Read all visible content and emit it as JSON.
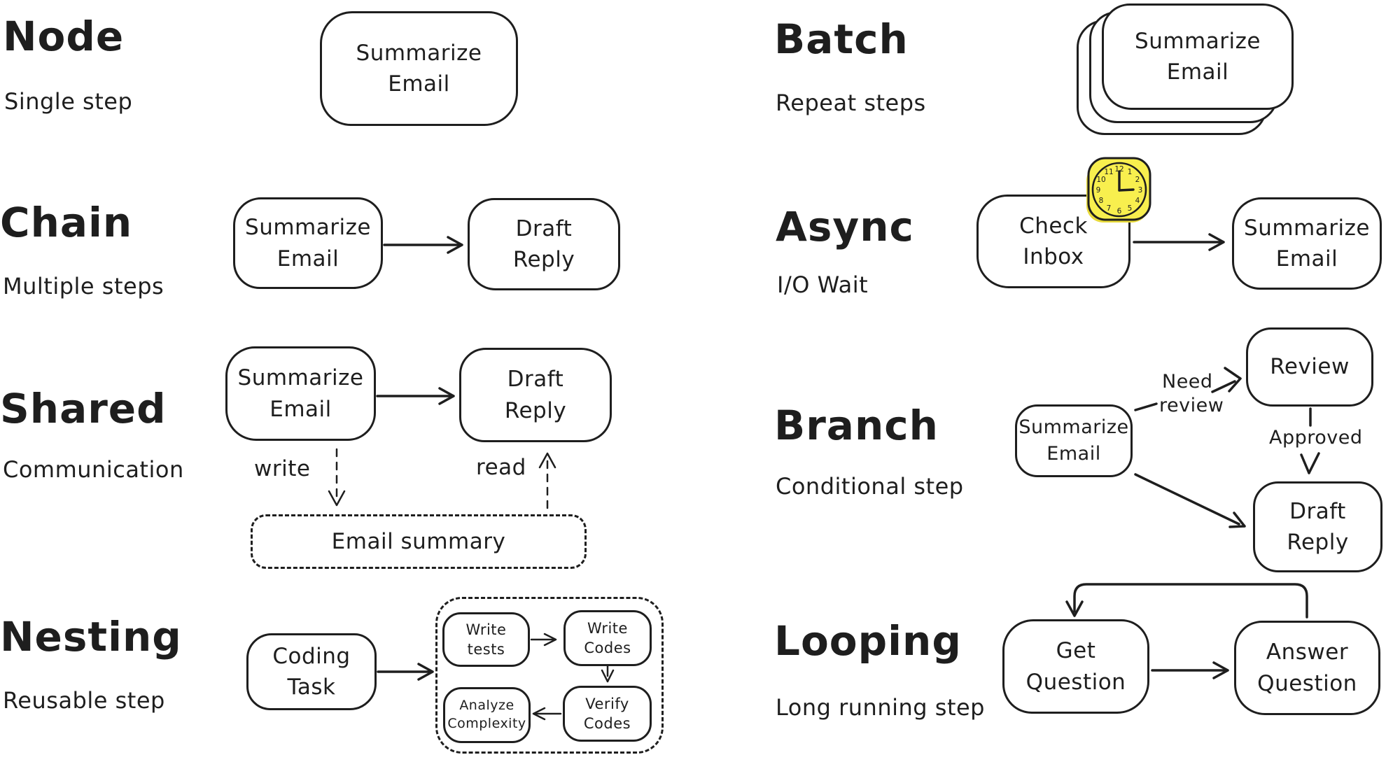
{
  "canvas": {
    "ink_color": "#1e1e1e",
    "background_color": "#ffffff",
    "clock_fill_color": "#f8ef4e",
    "clock_shadow_color": "#e8da3a"
  },
  "sections": {
    "node": {
      "title": "Node",
      "subtitle": "Single step",
      "box": "Summarize\nEmail"
    },
    "chain": {
      "title": "Chain",
      "subtitle": "Multiple steps",
      "box1": "Summarize\nEmail",
      "box2": "Draft\nReply"
    },
    "shared": {
      "title": "Shared",
      "subtitle": "Communication",
      "box1": "Summarize\nEmail",
      "box2": "Draft\nReply",
      "write_label": "write",
      "read_label": "read",
      "store_box": "Email summary"
    },
    "nesting": {
      "title": "Nesting",
      "subtitle": "Reusable step",
      "box": "Coding\nTask",
      "inner1": "Write\ntests",
      "inner2": "Write\nCodes",
      "inner3": "Analyze\nComplexity",
      "inner4": "Verify\nCodes"
    },
    "batch": {
      "title": "Batch",
      "subtitle": "Repeat steps",
      "box": "Summarize\nEmail"
    },
    "async": {
      "title": "Async",
      "subtitle": "I/O Wait",
      "box1": "Check\nInbox",
      "box2": "Summarize\nEmail",
      "clock_icon": "clock-icon",
      "clock_numbers": [
        "12",
        "1",
        "2",
        "3",
        "4",
        "5",
        "6",
        "7",
        "8",
        "9",
        "10",
        "11"
      ]
    },
    "branch": {
      "title": "Branch",
      "subtitle": "Conditional step",
      "box1": "Summarize\nEmail",
      "box_review": "Review",
      "box2": "Draft\nReply",
      "need_line1": "Need",
      "need_line2": "review",
      "approved_label": "Approved"
    },
    "looping": {
      "title": "Looping",
      "subtitle": "Long running step",
      "box1": "Get\nQuestion",
      "box2": "Answer\nQuestion"
    }
  }
}
